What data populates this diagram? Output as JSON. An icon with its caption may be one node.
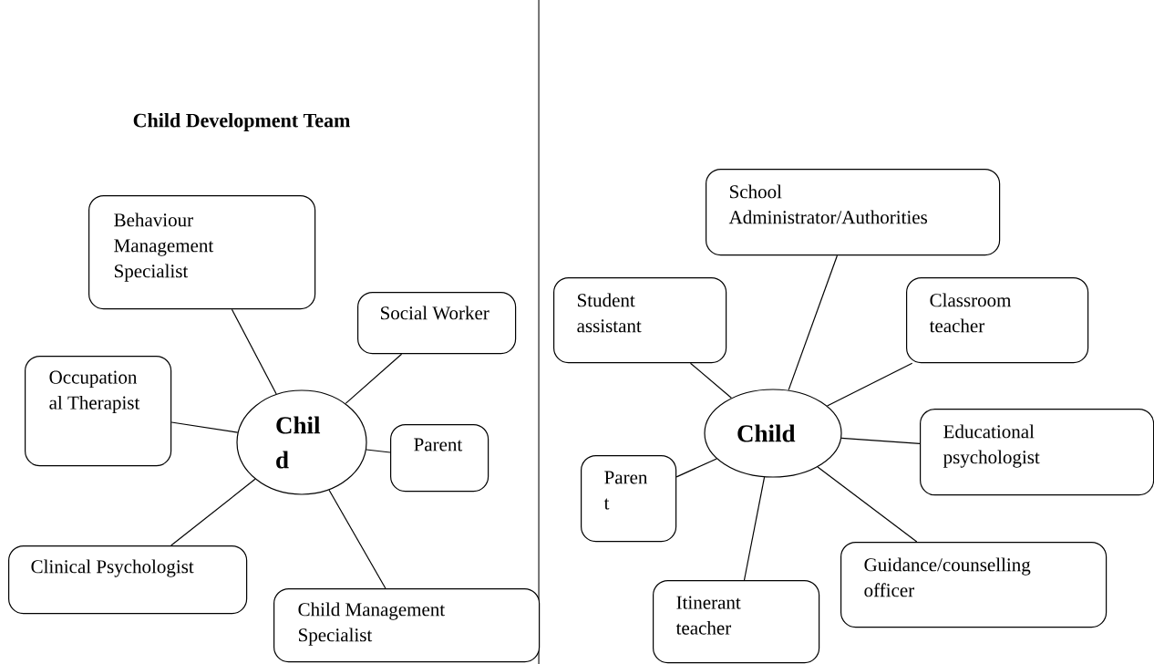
{
  "diagram": {
    "title": "Child Development Team",
    "nodes": [
      {
        "text": [
          "Behaviour Management Specialist"
        ]
      },
      {
        "text": [
          "Social Worker"
        ]
      },
      {
        "text": [
          "Occupation al Therapist"
        ]
      },
      {
        "text": [
          "Chil d"
        ]
      },
      {
        "text": [
          "Parent"
        ]
      },
      {
        "text": [
          "Clinical Psychologist"
        ]
      },
      {
        "text": [
          "Child Management Specialist"
        ]
      },
      {
        "text": [
          "School Administrator/Authorities"
        ]
      },
      {
        "text": [
          "Student assistant"
        ]
      },
      {
        "text": [
          "Classroom teacher"
        ]
      },
      {
        "text": [
          "Child"
        ]
      },
      {
        "text": [
          "Educational psychologist"
        ]
      },
      {
        "text": [
          "Paren t"
        ]
      },
      {
        "text": [
          "Guidance/counselling officer"
        ]
      },
      {
        "text": [
          "Itinerant teacher"
        ]
      }
    ],
    "edges": [
      {
        "from": 3,
        "to": 0,
        "arrow": "none"
      },
      {
        "from": 3,
        "to": 1,
        "arrow": "none"
      },
      {
        "from": 3,
        "to": 2,
        "arrow": "none"
      },
      {
        "from": 3,
        "to": 4,
        "arrow": "none"
      },
      {
        "from": 3,
        "to": 5,
        "arrow": "none"
      },
      {
        "from": 3,
        "to": 6,
        "arrow": "none"
      },
      {
        "from": 10,
        "to": 7,
        "arrow": "none"
      },
      {
        "from": 10,
        "to": 8,
        "arrow": "none"
      },
      {
        "from": 10,
        "to": 9,
        "arrow": "none"
      },
      {
        "from": 10,
        "to": 11,
        "arrow": "none"
      },
      {
        "from": 10,
        "to": 12,
        "arrow": "none"
      },
      {
        "from": 10,
        "to": 13,
        "arrow": "none"
      },
      {
        "from": 10,
        "to": 14,
        "arrow": "none"
      }
    ]
  }
}
